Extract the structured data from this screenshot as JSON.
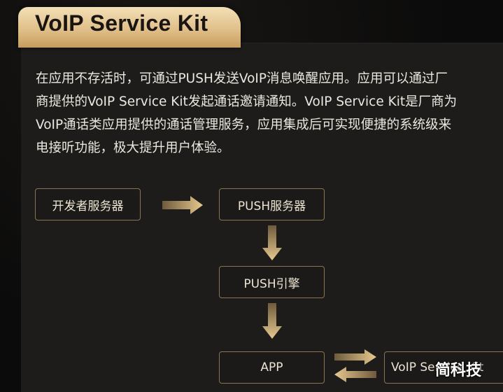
{
  "title": "VoIP Service Kit",
  "description": [
    "在应用不存活时，可通过PUSH发送VoIP消息唤醒应用。应用可以通过厂",
    "商提供的VoIP Service Kit发起通话邀请通知。VoIP Service Kit是厂商为",
    "VoIP通话类应用提供的通话管理服务，应用集成后可实现便捷的系统级来",
    "电接听功能，极大提升用户体验。"
  ],
  "diagram": {
    "nodes": {
      "dev_server": "开发者服务器",
      "push_server": "PUSH服务器",
      "push_engine": "PUSH引擎",
      "app": "APP",
      "voip_kit": "VoIP Service Kit"
    }
  },
  "watermark": "简科技",
  "colors": {
    "accent_gold": "#e0c08a",
    "node_border": "#8a7552",
    "panel": "#1d1c1b",
    "background": "#0b0b0b"
  }
}
